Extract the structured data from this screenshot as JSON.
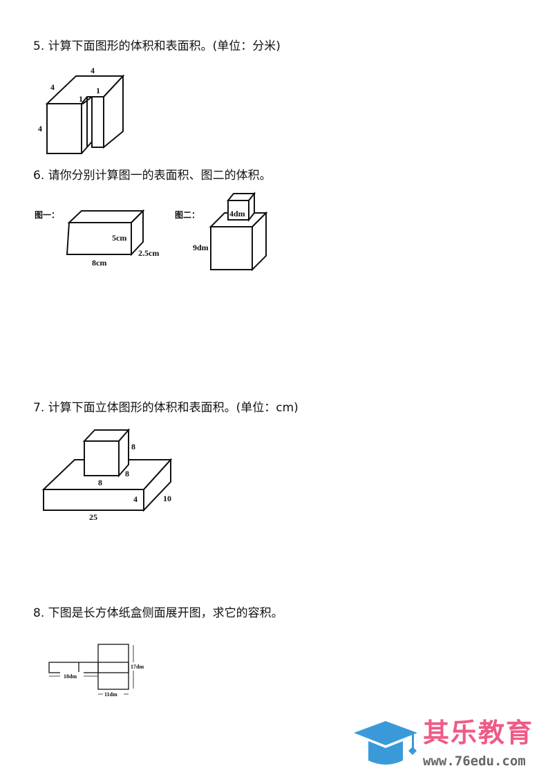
{
  "questions": [
    {
      "text": "5. 计算下面图形的体积和表面积。(单位：分米)",
      "labels": [
        "4",
        "4",
        "1",
        "1",
        "4"
      ]
    },
    {
      "text": "6. 请你分别计算图一的表面积、图二的体积。",
      "fig1": {
        "title": "图一：",
        "labels": [
          "5cm",
          "2.5cm",
          "8cm"
        ]
      },
      "fig2": {
        "title": "图二：",
        "labels": [
          "4dm",
          "9dm"
        ]
      }
    },
    {
      "text": "7. 计算下面立体图形的体积和表面积。(单位：cm)",
      "labels": [
        "8",
        "8",
        "8",
        "4",
        "10",
        "25"
      ]
    },
    {
      "text": "8. 下图是长方体纸盒侧面展开图，求它的容积。",
      "labels": [
        "17dm",
        "18dm",
        "11dm"
      ]
    }
  ],
  "logo": {
    "name": "其乐教育",
    "url": "www.76edu.com",
    "colors": {
      "cap": "#3a9ad9",
      "text": "#ef5a86"
    }
  }
}
